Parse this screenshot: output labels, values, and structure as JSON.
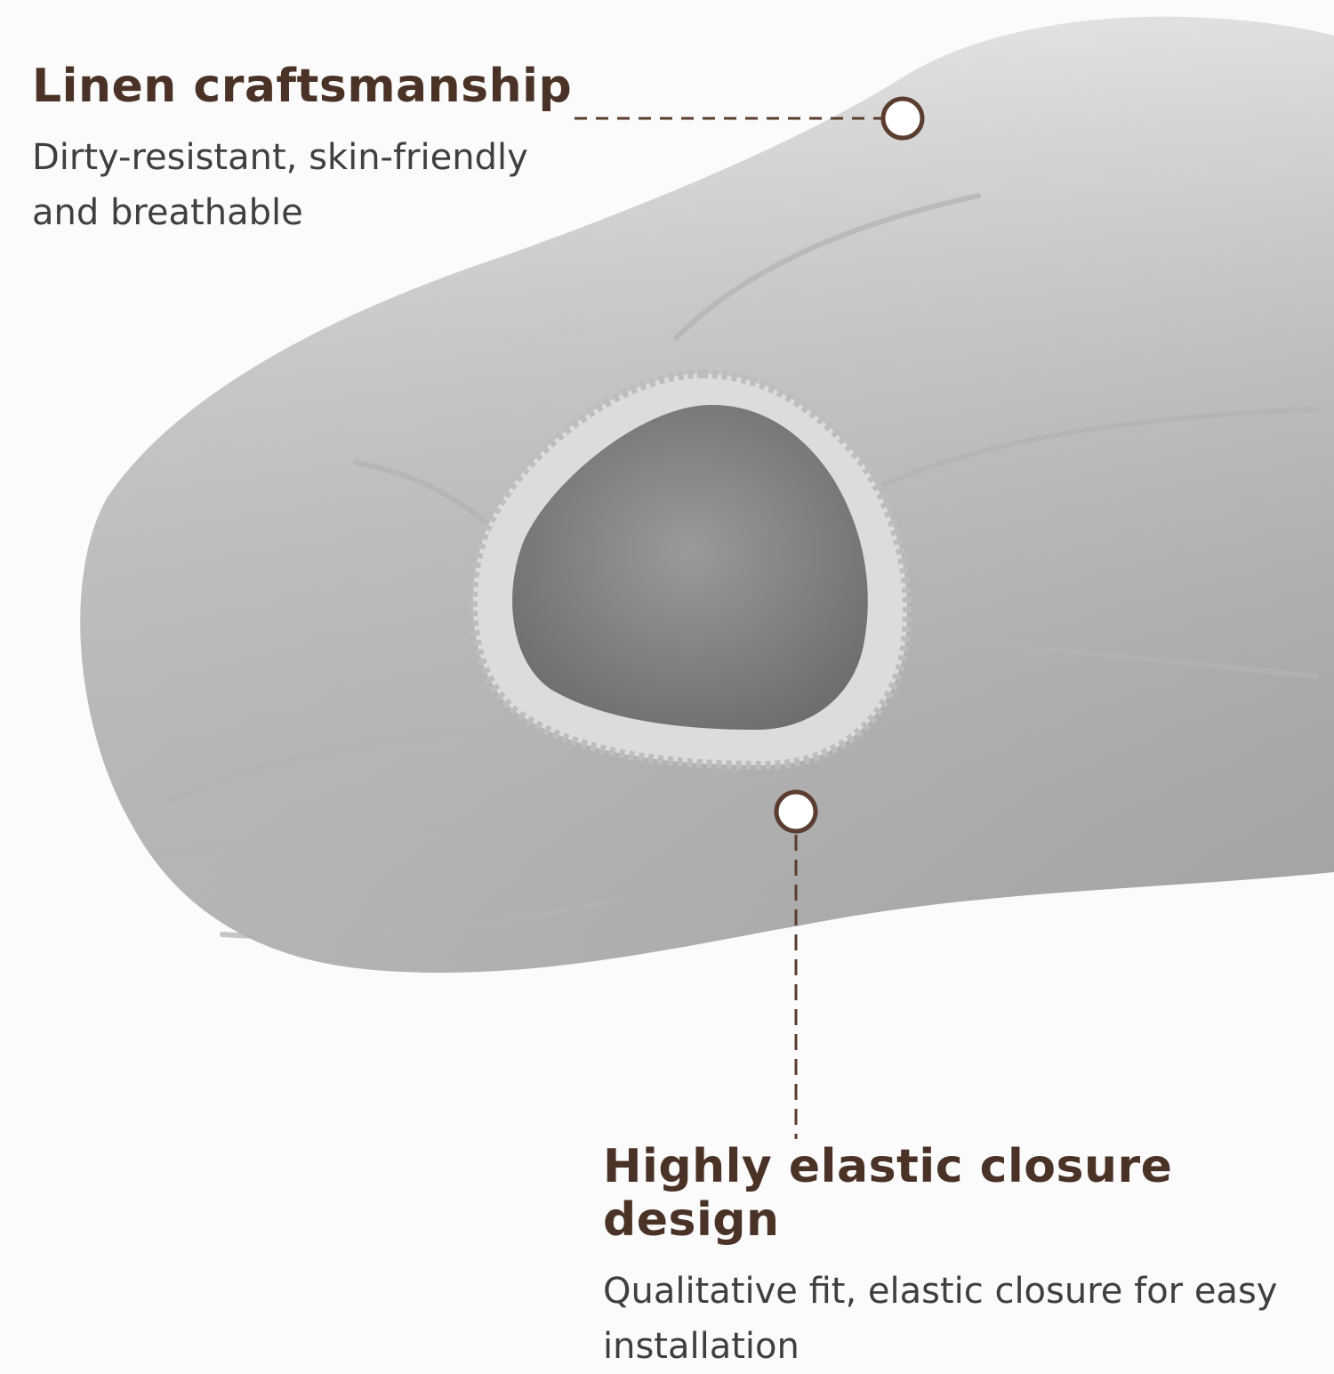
{
  "callouts": {
    "top": {
      "title": "Linen craftsmanship",
      "description": "Dirty-resistant, skin-friendly and breathable"
    },
    "bottom": {
      "title": "Highly elastic closure design",
      "description": "Qualitative fit, elastic closure for easy installation"
    }
  },
  "colors": {
    "background": "#fbfbfb",
    "fabric": "#cfcfcf",
    "title_text": "#4a3226",
    "body_text": "#3f3f3f",
    "leader_line": "#5a3d2e"
  }
}
